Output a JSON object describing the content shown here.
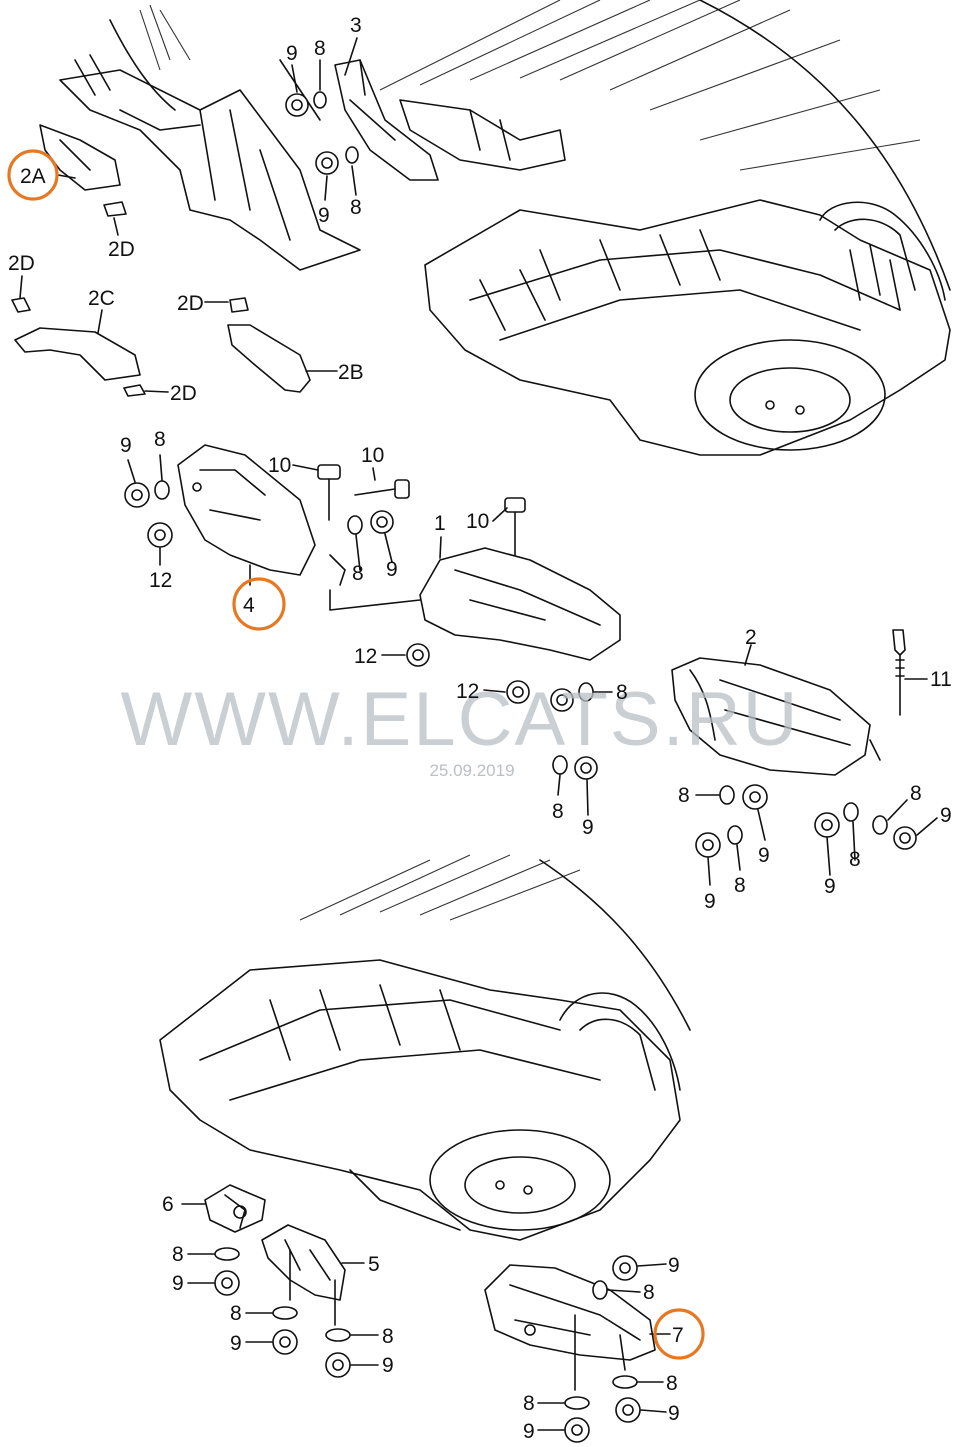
{
  "watermark": {
    "site": "WWW.ELCATS.RU",
    "date": "25.09.2019"
  },
  "highlight_color": "#e87722",
  "labels": {
    "l_3": "3",
    "l_9a": "9",
    "l_8a": "8",
    "l_9b": "9",
    "l_8b": "8",
    "l_2A": "2A",
    "l_2D_a": "2D",
    "l_2D_b": "2D",
    "l_2C": "2C",
    "l_2D_c": "2D",
    "l_2D_d": "2D",
    "l_2B": "2B",
    "l_9c": "9",
    "l_8c": "8",
    "l_10a": "10",
    "l_10b": "10",
    "l_12a": "12",
    "l_4": "4",
    "l_8d": "8",
    "l_9d": "9",
    "l_1": "1",
    "l_10c": "10",
    "l_12b": "12",
    "l_12c": "12",
    "l_8e": "8",
    "l_8f": "8",
    "l_9e": "9",
    "l_2": "2",
    "l_11": "11",
    "l_8g": "8",
    "l_8h": "8",
    "l_9f": "9",
    "l_9g": "9",
    "l_8i": "8",
    "l_9h": "9",
    "l_8j": "8",
    "l_9i": "9",
    "l_6": "6",
    "l_5": "5",
    "l_8k": "8",
    "l_9j": "9",
    "l_8l": "8",
    "l_9k": "9",
    "l_8m": "8",
    "l_9l": "9",
    "l_9m": "9",
    "l_8n": "8",
    "l_7": "7",
    "l_8o": "8",
    "l_9n": "9",
    "l_8p": "8",
    "l_9o": "9"
  }
}
